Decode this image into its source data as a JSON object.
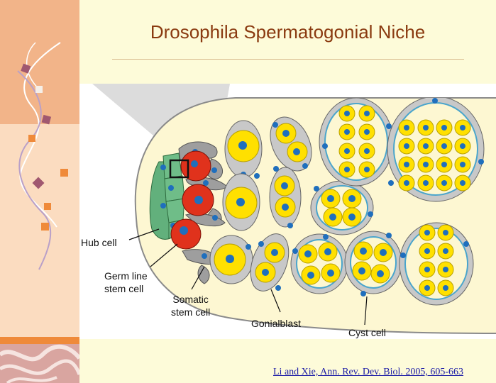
{
  "slide": {
    "title": "Drosophila Spermatogonial Niche",
    "citation": "Li and Xie, Ann. Rev. Dev. Biol. 2005, 605-663"
  },
  "labels": {
    "hub_cell": "Hub cell",
    "germ_line": "Germ line",
    "stem_cell": "stem cell",
    "somatic": "Somatic",
    "somatic_stem": "stem cell",
    "gonialblast": "Gonialblast",
    "cyst_cell": "Cyst cell"
  },
  "colors": {
    "background": "#fdfbd9",
    "sidebar_top": "#f2b489",
    "sidebar_mid": "#fbdcc0",
    "title_text": "#8a3a10",
    "hub_green": "#62b07c",
    "germ_red": "#e0321c",
    "germ_yellow": "#ffe000",
    "nucleus_blue": "#1f6fbd",
    "cyst_gray": "#b5b5b5",
    "cyst_outline": "#4aa5cc"
  }
}
